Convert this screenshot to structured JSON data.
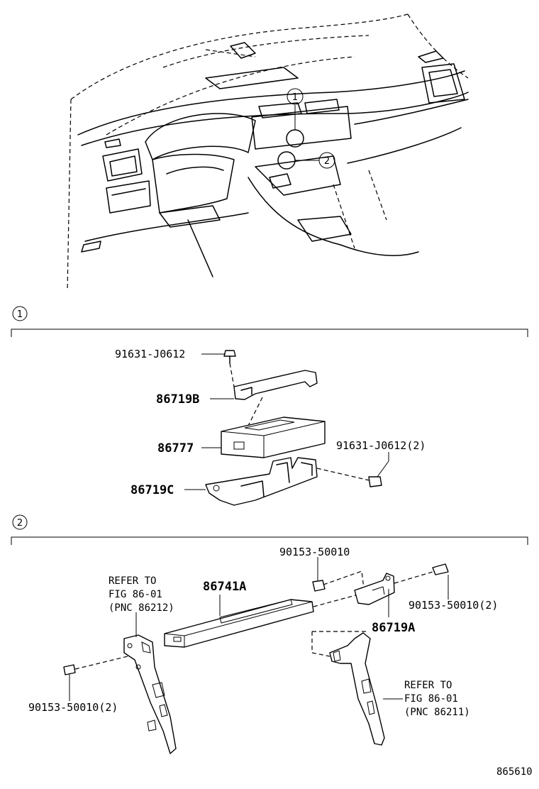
{
  "callouts": {
    "one": "1",
    "two": "2"
  },
  "section1": {
    "bolt_top": "91631-J0612",
    "bracket_upper": "86719B",
    "unit": "86777",
    "bolt_side": "91631-J0612(2)",
    "bracket_lower": "86719C"
  },
  "section2": {
    "bolt_top": "90153-50010",
    "refer_left": [
      "REFER TO",
      "FIG 86-01",
      "(PNC 86212)"
    ],
    "display": "86741A",
    "bolt_right": "90153-50010(2)",
    "bracket_right": "86719A",
    "bolt_left": "90153-50010(2)",
    "refer_right": [
      "REFER TO",
      "FIG 86-01",
      "(PNC 86211)"
    ]
  },
  "figure_id": "865610"
}
